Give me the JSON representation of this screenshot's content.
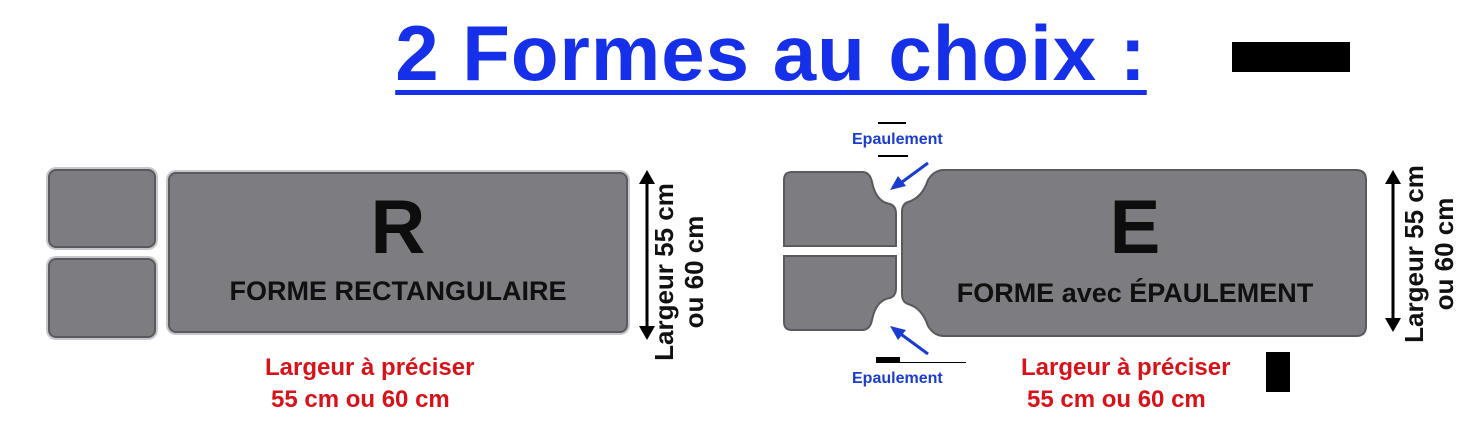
{
  "title": "2  Formes au choix :",
  "left": {
    "letter": "R",
    "caption": "FORME RECTANGULAIRE",
    "side_line1": "Largeur 55 cm",
    "side_line2": "ou 60 cm",
    "note_line1": "Largeur à préciser",
    "note_line2": "55 cm  ou  60 cm"
  },
  "right": {
    "letter": "E",
    "caption": "FORME avec  ÉPAULEMENT",
    "side_line1": "Largeur 55 cm",
    "side_line2": "ou 60 cm",
    "note_line1": "Largeur à préciser",
    "note_line2": "55 cm  ou  60 cm",
    "shoulder_top": "Epaulement",
    "shoulder_bottom": "Epaulement"
  },
  "colors": {
    "title": "#1530e8",
    "panel": "#7d7c81",
    "note": "#d9121a",
    "annotation": "#1a3ccf"
  }
}
